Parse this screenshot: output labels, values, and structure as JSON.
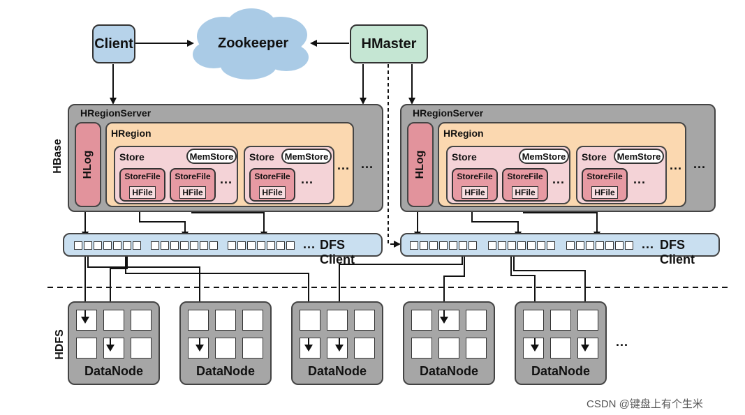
{
  "client": "Client",
  "zookeeper": "Zookeeper",
  "hmaster": "HMaster",
  "hbase_label": "HBase",
  "hdfs_label": "HDFS",
  "server_label": "HRegionServer",
  "hlog_label": "HLog",
  "region_label": "HRegion",
  "store_label": "Store",
  "memstore_label": "MemStore",
  "storefile_label": "StoreFile",
  "hfile_label": "HFile",
  "ellipsis": "...",
  "ellipsis_long": "...",
  "dfs_label": "DFS Client",
  "datanode_label": "DataNode",
  "watermark": "CSDN @键盘上有个生米"
}
